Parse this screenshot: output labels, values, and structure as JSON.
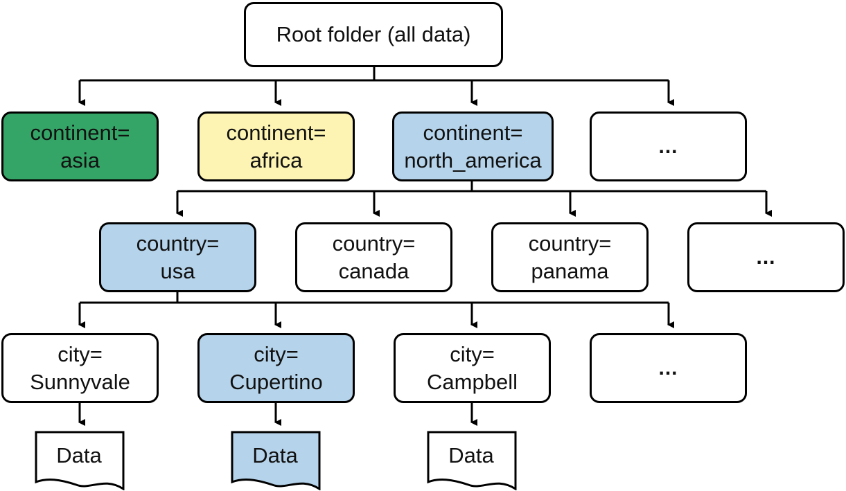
{
  "colors": {
    "asia_fill": "#35a567",
    "africa_fill": "#fdf3b3",
    "highlight_fill": "#b5d3ea",
    "default_fill": "#ffffff",
    "stroke": "#000000"
  },
  "root": {
    "label": "Root folder (all data)"
  },
  "continents": [
    {
      "line1": "continent=",
      "line2": "asia",
      "fill": "asia"
    },
    {
      "line1": "continent=",
      "line2": "africa",
      "fill": "africa"
    },
    {
      "line1": "continent=",
      "line2": "north_america",
      "fill": "highlight"
    },
    {
      "line1": "...",
      "line2": "",
      "fill": "default"
    }
  ],
  "countries": [
    {
      "line1": "country=",
      "line2": "usa",
      "fill": "highlight"
    },
    {
      "line1": "country=",
      "line2": "canada",
      "fill": "default"
    },
    {
      "line1": "country=",
      "line2": "panama",
      "fill": "default"
    },
    {
      "line1": "...",
      "line2": "",
      "fill": "default"
    }
  ],
  "cities": [
    {
      "line1": "city=",
      "line2": "Sunnyvale",
      "fill": "default"
    },
    {
      "line1": "city=",
      "line2": "Cupertino",
      "fill": "highlight"
    },
    {
      "line1": "city=",
      "line2": "Campbell",
      "fill": "default"
    },
    {
      "line1": "...",
      "line2": "",
      "fill": "default"
    }
  ],
  "data_files": [
    {
      "label": "Data",
      "fill": "default"
    },
    {
      "label": "Data",
      "fill": "highlight"
    },
    {
      "label": "Data",
      "fill": "default"
    }
  ]
}
